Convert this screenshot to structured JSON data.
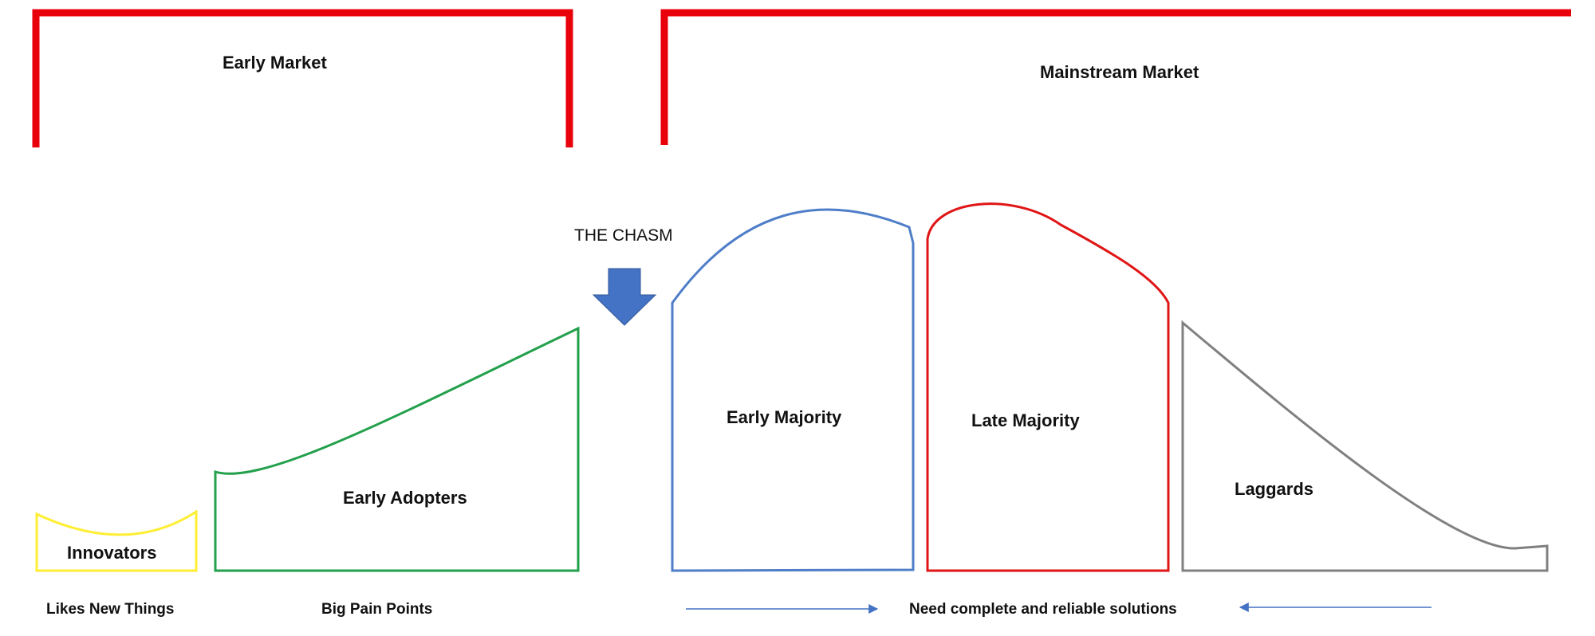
{
  "markets": {
    "early": "Early Market",
    "mainstream": "Mainstream Market"
  },
  "chasm": {
    "label": "THE CHASM"
  },
  "segments": {
    "innovators": "Innovators",
    "early_adopters": "Early Adopters",
    "early_majority": "Early Majority",
    "late_majority": "Late Majority",
    "laggards": "Laggards"
  },
  "notes": {
    "likes_new": "Likes New Things",
    "pain_points": "Big Pain Points",
    "need_complete": "Need complete and reliable solutions"
  },
  "colors": {
    "bracket": "#e8000b",
    "innovators": "#ffee33",
    "early_adopters": "#22a04b",
    "early_majority": "#4f7ec8",
    "late_majority": "#e01515",
    "laggards": "#808080",
    "arrow": "#4472c4"
  }
}
